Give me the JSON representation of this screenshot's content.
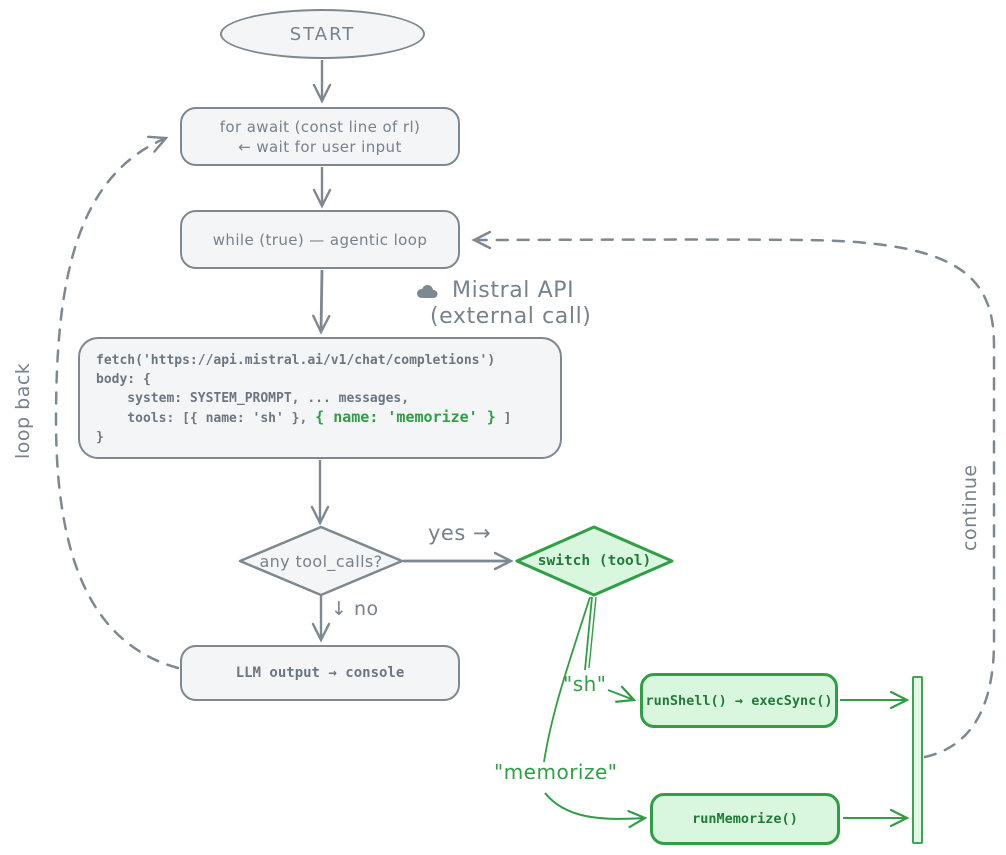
{
  "colors": {
    "gray_stroke": "#7e8890",
    "gray_fill": "#f3f5f6",
    "gray_text": "#77828c",
    "green_stroke": "#2f9e44",
    "green_fill": "#d9f7de",
    "code_text": "#6c7680",
    "background": "#ffffff"
  },
  "nodes": {
    "start": {
      "label": "START"
    },
    "for_await": {
      "line1": "for await (const line of rl)",
      "line2": "← wait for user input"
    },
    "while_loop": {
      "label": "while (true)  — agentic loop"
    },
    "fetch_call": {
      "l1": "fetch('https://api.mistral.ai/v1/chat/completions')",
      "l2": "body: {",
      "l3": "    system: SYSTEM_PROMPT, ... messages,",
      "l4a": "    tools: [{ name: 'sh' }, ",
      "l4b": "{ name: 'memorize' }",
      "l4c": " ]",
      "l5": "}"
    },
    "any_tool_calls": {
      "label": "any tool_calls?"
    },
    "switch_tool": {
      "label": "switch (tool)"
    },
    "llm_output": {
      "label": "LLM output → console"
    },
    "run_shell": {
      "label": "runShell() → execSync()"
    },
    "run_memorize": {
      "label": "runMemorize()"
    }
  },
  "annotations": {
    "api_note": {
      "icon": "cloud-icon",
      "line1": "Mistral API",
      "line2": "(external call)"
    },
    "yes": "yes →",
    "no": "↓ no",
    "sh": "\"sh\"",
    "memorize": "\"memorize\"",
    "loop_back": "loop back",
    "continue_label": "continue"
  }
}
